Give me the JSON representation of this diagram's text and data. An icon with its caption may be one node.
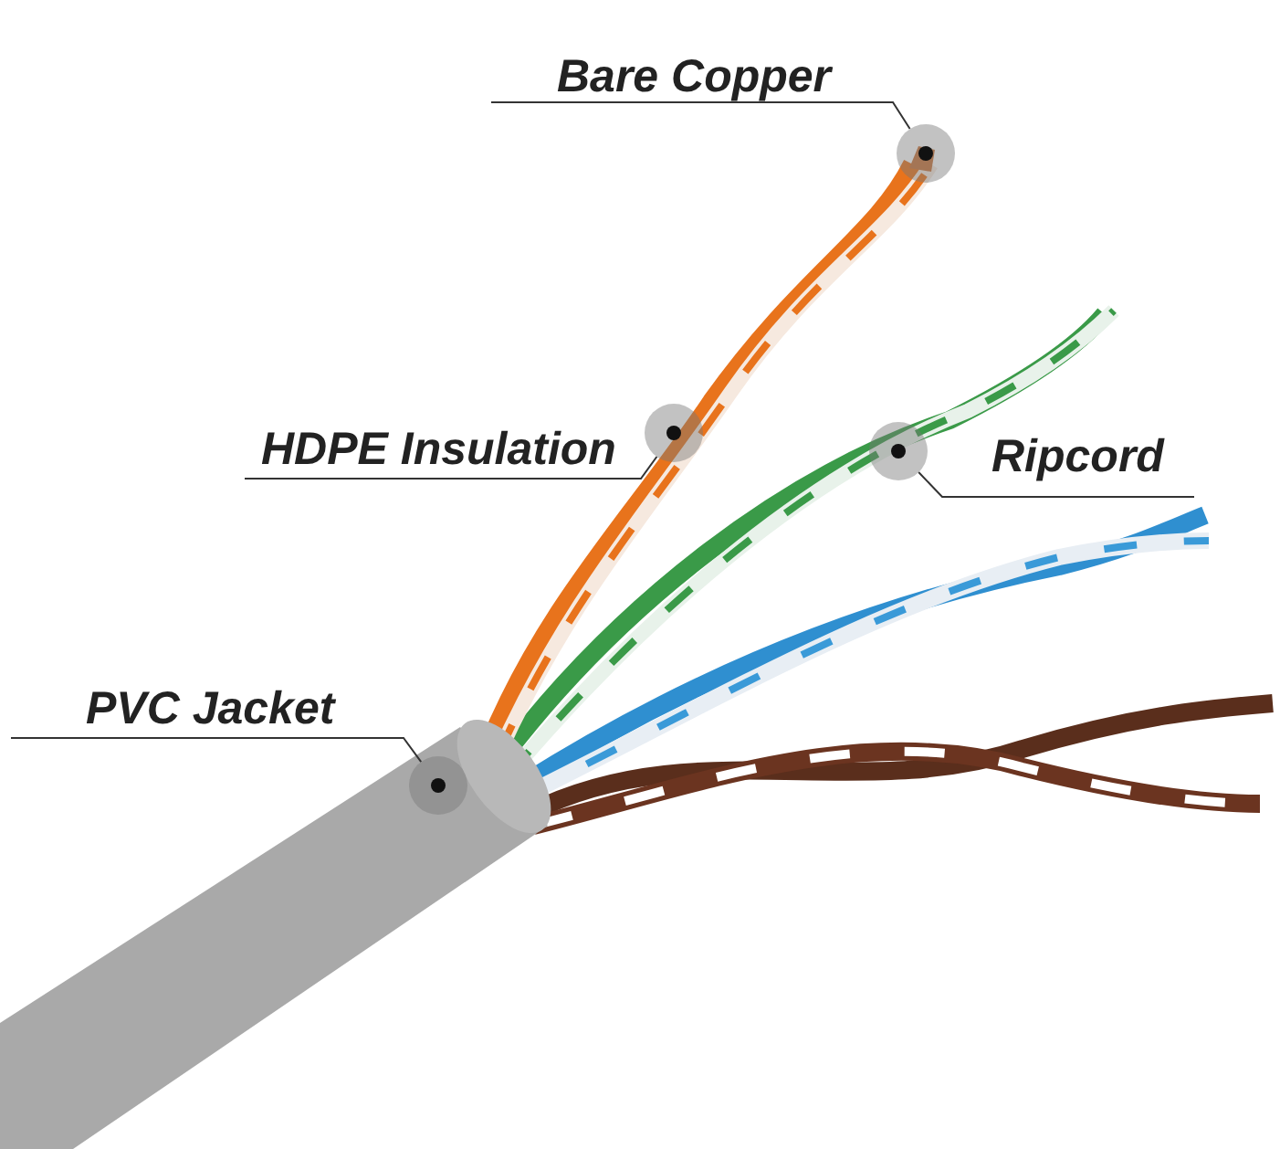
{
  "diagram": {
    "nodes": [
      {
        "text": [
          "Bare Copper"
        ]
      },
      {
        "text": [],
        "shape": "circle"
      },
      {
        "text": [
          "HDPE Insulation"
        ]
      },
      {
        "text": [],
        "shape": "circle"
      },
      {
        "text": [],
        "shape": "circle"
      },
      {
        "text": [
          "Ripcord"
        ]
      },
      {
        "text": [
          "PVC Jacket"
        ]
      },
      {
        "text": [],
        "shape": "circle"
      }
    ],
    "edges": [
      {
        "from": 0,
        "to": 1,
        "arrow": "none"
      },
      {
        "from": 2,
        "to": 3,
        "arrow": "none"
      },
      {
        "from": 5,
        "to": 4,
        "arrow": "none"
      },
      {
        "from": 6,
        "to": 7,
        "arrow": "none"
      }
    ]
  }
}
